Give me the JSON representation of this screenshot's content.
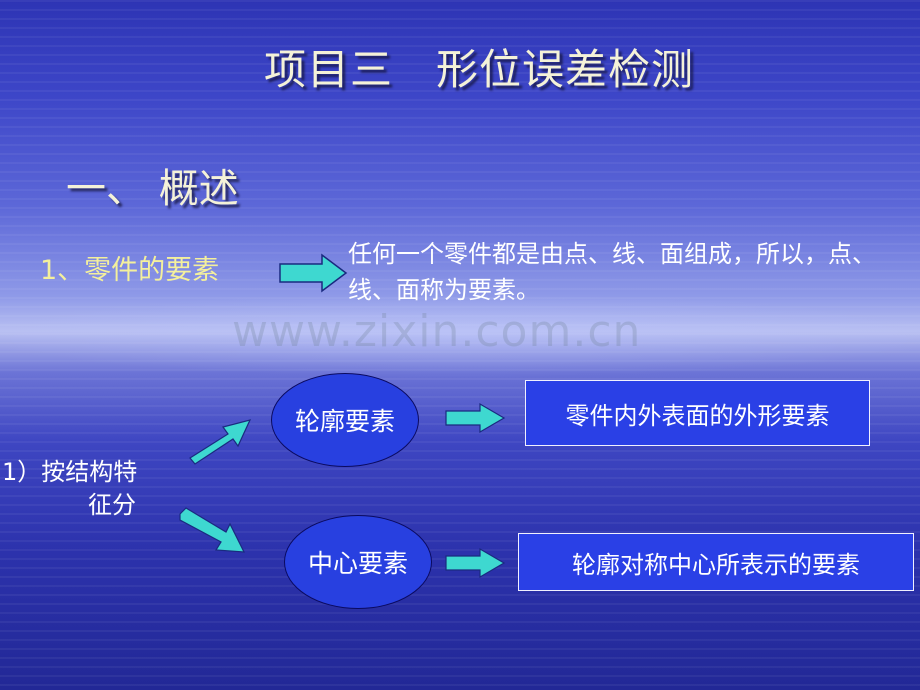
{
  "slide": {
    "title": "项目三　形位误差检测",
    "section": "一、 概述",
    "item1": "1、零件的要素",
    "item1_desc": "任何一个零件都是由点、线、面组成，所以，点、线、面称为要素。",
    "watermark": "www.zixin.com.cn",
    "classify_line1": "1）按结构特",
    "classify_line2": "征分",
    "branch_top_label": "轮廓要素",
    "branch_top_desc": "零件内外表面的外形要素",
    "branch_bottom_label": "中心要素",
    "branch_bottom_desc": "轮廓对称中心所表示的要素"
  },
  "colors": {
    "title_text": "#f4f2d8",
    "item_text": "#f4f09c",
    "arrow_fill": "#3ed8d0",
    "node_fill": "#2840e0"
  }
}
